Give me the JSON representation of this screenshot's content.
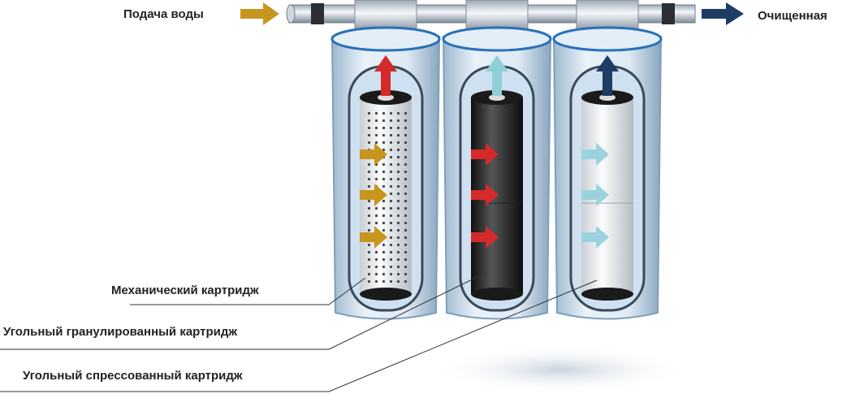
{
  "inlet_label": "Подача воды",
  "outlet_label": "Очищенная",
  "cartridges": [
    {
      "label": "Механический картридж",
      "arrow_color": "#c8961e",
      "up_arrow_color": "#d42a2a"
    },
    {
      "label": "Угольный гранулированный картридж",
      "arrow_color": "#d42a2a",
      "up_arrow_color": "#8fd0d6"
    },
    {
      "label": "Угольный спрессованный картридж",
      "arrow_color": "#9ad3de",
      "up_arrow_color": "#1d3d66"
    }
  ],
  "colors": {
    "housing": "#d6e6f2",
    "housing_edge": "#7f9fb8",
    "inlet_arrow": "#c8961e",
    "outlet_arrow": "#1d3d66"
  }
}
